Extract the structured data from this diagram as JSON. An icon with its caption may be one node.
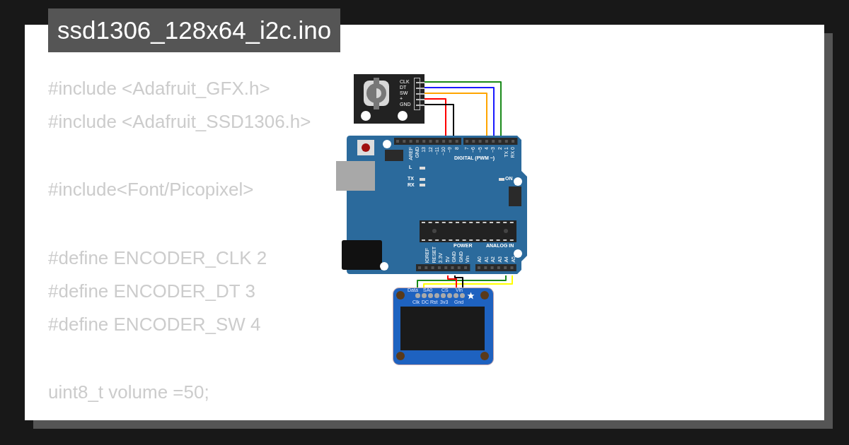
{
  "diagram": {
    "title": "ssd1306_128x64_i2c.ino",
    "nodes": [
      {
        "text": [
          "CLK",
          "DT",
          "SW",
          "+",
          "GND"
        ]
      },
      {
        "text": [
          "AREF",
          "GND",
          "13",
          "12",
          "~11",
          "~10",
          "~9",
          "8",
          "7",
          "~6",
          "~5",
          "4",
          "~3",
          "2",
          "TX 1",
          "RX 0",
          "DIGITAL (PWM ~)",
          "L",
          "TX",
          "RX",
          "ON",
          "IOREF",
          "RESET",
          "3.3V",
          "5V",
          "GND",
          "GND",
          "Vin",
          "POWER",
          "ANALOG IN",
          "A0",
          "A1",
          "A2",
          "A3",
          "A4",
          "A5"
        ]
      },
      {
        "text": [
          "Data",
          "SA0",
          "CS",
          "Vin",
          "Clk",
          "DC",
          "Rst",
          "3v3",
          "Gnd"
        ]
      }
    ],
    "edges": [
      {
        "from": 0,
        "to": 1,
        "arrow": "none",
        "color": "#1a8a1a"
      },
      {
        "from": 0,
        "to": 1,
        "arrow": "none",
        "color": "#1a1aff"
      },
      {
        "from": 0,
        "to": 1,
        "arrow": "none",
        "color": "#ffa500"
      },
      {
        "from": 0,
        "to": 1,
        "arrow": "none",
        "color": "#ff0000"
      },
      {
        "from": 0,
        "to": 1,
        "arrow": "none",
        "color": "#000000"
      },
      {
        "from": 1,
        "to": 2,
        "arrow": "none",
        "color": "#1a8a1a"
      },
      {
        "from": 1,
        "to": 2,
        "arrow": "none",
        "color": "#ffff00"
      },
      {
        "from": 1,
        "to": 2,
        "arrow": "none",
        "color": "#ff0000"
      },
      {
        "from": 1,
        "to": 2,
        "arrow": "none",
        "color": "#000000"
      }
    ],
    "labels": [
      "#include <Adafruit_GFX.h>",
      "#include <Adafruit_SSD1306.h>",
      "#include<Font/Picopixel>",
      "#define ENCODER_CLK 2",
      "#define ENCODER_DT 3",
      "#define ENCODER_SW 4",
      "uint8_t volume =50;"
    ]
  }
}
